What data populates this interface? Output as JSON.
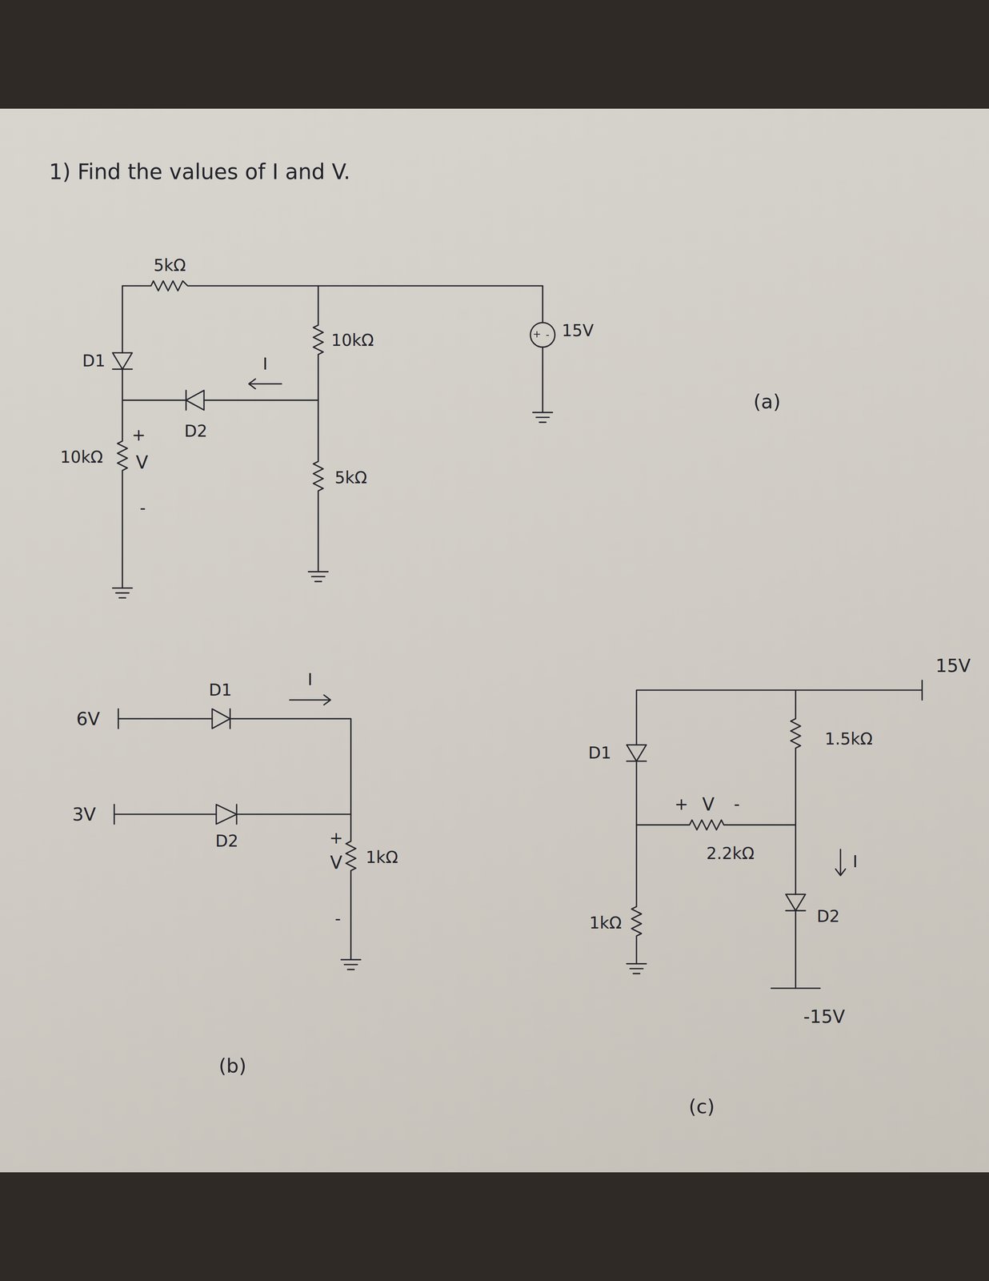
{
  "diagram": {
    "title": "1) Find the values of I and V.",
    "labels": [
      "5kΩ",
      "D1",
      "I",
      "10kΩ",
      "+",
      "-",
      "15V",
      "(a)",
      "10kΩ",
      "+",
      "V",
      "-",
      "D2",
      "5kΩ",
      "D1",
      "I",
      "6V",
      "3V",
      "D2",
      "+",
      "V",
      "-",
      "1kΩ",
      "(b)",
      "15V",
      "D1",
      "1.5kΩ",
      "+",
      "V",
      "-",
      "2.2kΩ",
      "I",
      "D2",
      "1kΩ",
      "-15V",
      "(c)"
    ]
  }
}
